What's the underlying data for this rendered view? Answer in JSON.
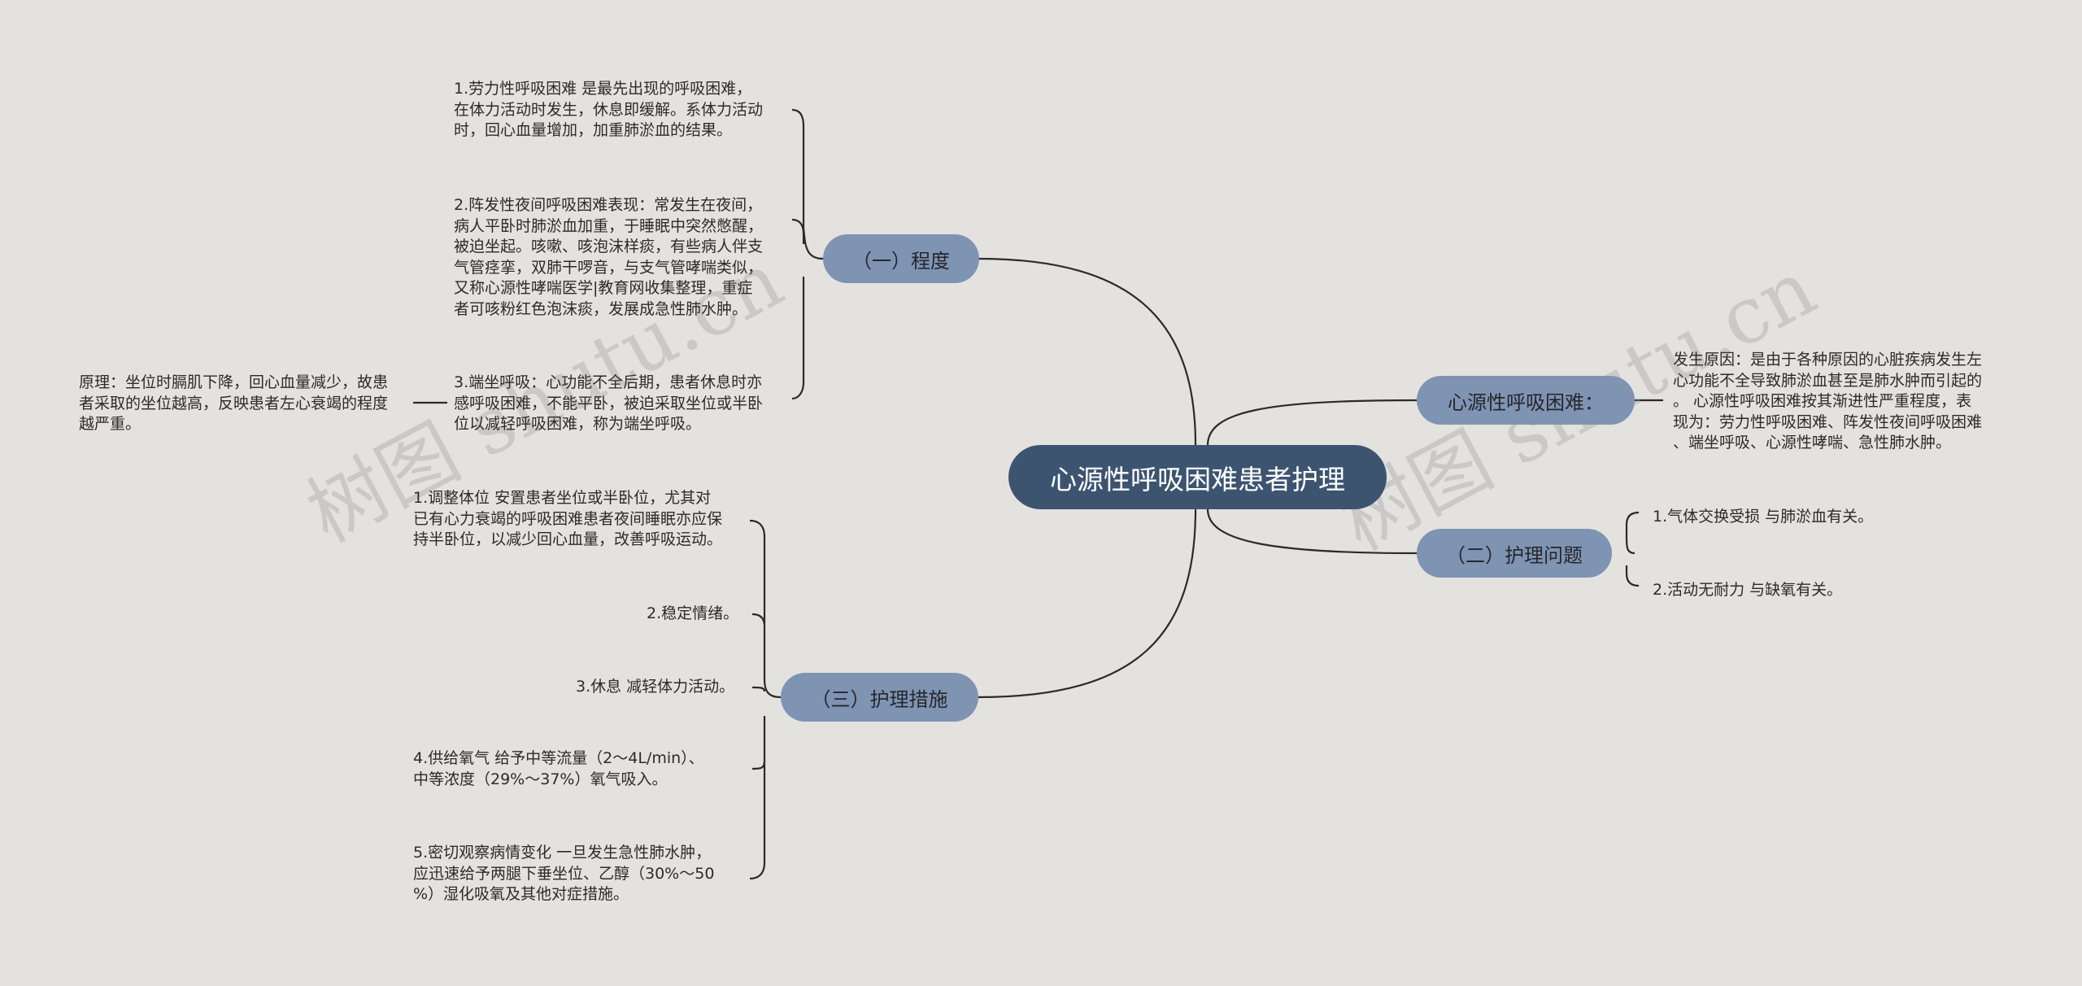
{
  "central_topic": "心源性呼吸困难患者护理",
  "branches": {
    "degree": {
      "label": "（一）程度",
      "items": [
        [
          "1.劳力性呼吸困难 是最先出现的呼吸困难，",
          "在体力活动时发生，休息即缓解。系体力活动",
          "时，回心血量增加，加重肺淤血的结果。"
        ],
        [
          "2.阵发性夜间呼吸困难表现：常发生在夜间，",
          "病人平卧时肺淤血加重，于睡眠中突然憋醒，",
          "被迫坐起。咳嗽、咳泡沫样痰，有些病人伴支",
          "气管痉挛，双肺干啰音，与支气管哮喘类似，",
          "又称心源性哮喘医学|教育网收集整理，重症",
          "者可咳粉红色泡沫痰，发展成急性肺水肿。"
        ],
        [
          "3.端坐呼吸：心功能不全后期，患者休息时亦",
          "感呼吸困难，不能平卧，被迫采取坐位或半卧",
          "位以减轻呼吸困难，称为端坐呼吸。"
        ]
      ],
      "note": [
        "原理：坐位时膈肌下降，回心血量减少，故患",
        "者采取的坐位越高，反映患者左心衰竭的程度",
        "越严重。"
      ]
    },
    "cause": {
      "label": "心源性呼吸困难：",
      "text": [
        "发生原因：是由于各种原因的心脏疾病发生左",
        "心功能不全导致肺淤血甚至是肺水肿而引起的",
        "。 心源性呼吸困难按其渐进性严重程度，表",
        "现为：劳力性呼吸困难、阵发性夜间呼吸困难",
        "、端坐呼吸、心源性哮喘、急性肺水肿。"
      ]
    },
    "problems": {
      "label": "（二）护理问题",
      "items": [
        "1.气体交换受损 与肺淤血有关。",
        "2.活动无耐力 与缺氧有关。"
      ]
    },
    "measures": {
      "label": "（三）护理措施",
      "items": [
        [
          "1.调整体位 安置患者坐位或半卧位，尤其对",
          "已有心力衰竭的呼吸困难患者夜间睡眠亦应保",
          "持半卧位，以减少回心血量，改善呼吸运动。"
        ],
        [
          "2.稳定情绪。"
        ],
        [
          "3.休息 减轻体力活动。"
        ],
        [
          "4.供给氧气 给予中等流量（2～4L/min）、",
          "中等浓度（29%～37%）氧气吸入。"
        ],
        [
          "5.密切观察病情变化 一旦发生急性肺水肿，",
          "应迅速给予两腿下垂坐位、乙醇（30%～50",
          "%）湿化吸氧及其他对症措施。"
        ]
      ]
    }
  },
  "watermarks": [
    "树图 shutu.cn",
    "树图 shutu.cn"
  ],
  "colors": {
    "background": "#e3e2df",
    "center_node": "#3d5471",
    "branch_node": "#7f93b3",
    "line": "#2a2a2a"
  }
}
